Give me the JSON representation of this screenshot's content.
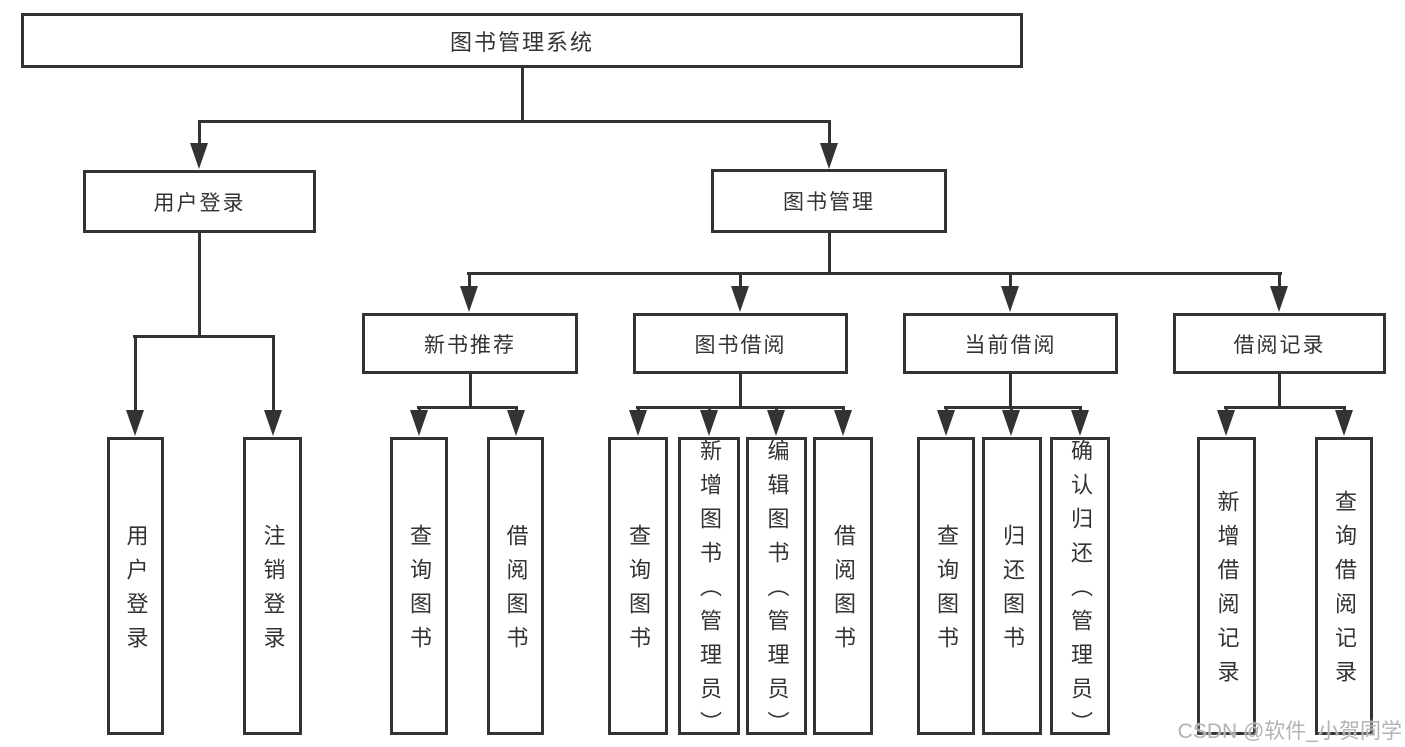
{
  "diagram": {
    "root": {
      "label": "图书管理系统"
    },
    "level2": [
      {
        "label": "用户登录"
      },
      {
        "label": "图书管理"
      }
    ],
    "level3": [
      {
        "label": "新书推荐"
      },
      {
        "label": "图书借阅"
      },
      {
        "label": "当前借阅"
      },
      {
        "label": "借阅记录"
      }
    ],
    "leaves": {
      "user_login": [
        "用户登录",
        "注销登录"
      ],
      "new_book": [
        "查询图书",
        "借阅图书"
      ],
      "book_borrow": [
        "查询图书",
        "新增图书（管理员）",
        "编辑图书（管理员）",
        "借阅图书"
      ],
      "current_borrow": [
        "查询图书",
        "归还图书",
        "确认归还（管理员）"
      ],
      "borrow_records": [
        "新增借阅记录",
        "查询借阅记录"
      ]
    }
  },
  "watermark": {
    "text": "CSDN @软件_小贺同学"
  },
  "colors": {
    "line": "#333333",
    "box_fill": "#ffffff",
    "text": "#333333",
    "watermark": "#b3b3b3",
    "background": "#ffffff"
  }
}
